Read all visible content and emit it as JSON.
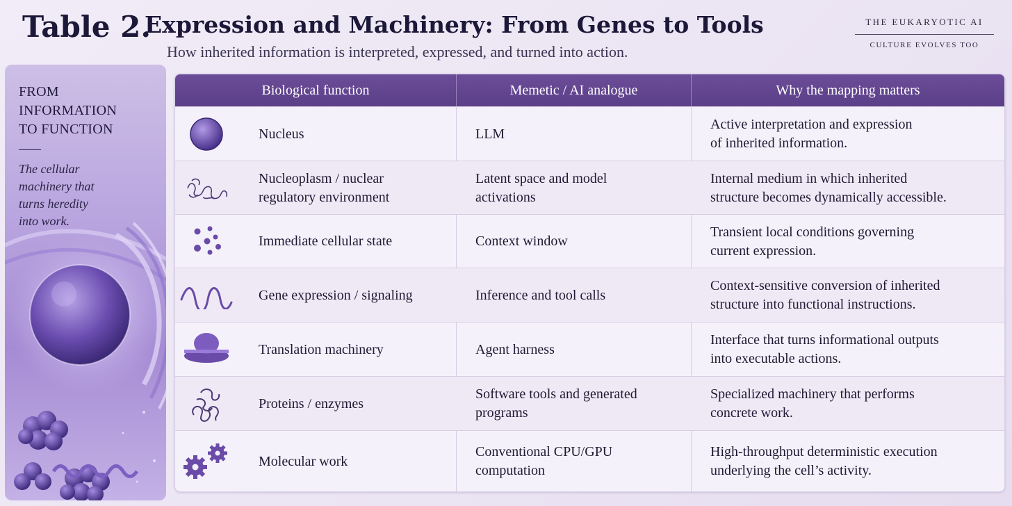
{
  "header": {
    "table_number": "Table 2.",
    "title": "Expression and Machinery: From Genes to Tools",
    "subtitle": "How inherited information is interpreted, expressed, and turned into action."
  },
  "brand": {
    "line1": "THE EUKARYOTIC AI",
    "line2": "CULTURE EVOLVES TOO"
  },
  "sidebar": {
    "title_line1": "FROM",
    "title_line2": "INFORMATION",
    "title_line3": "TO FUNCTION",
    "quote_line1": "The cellular",
    "quote_line2": "machinery that",
    "quote_line3": "turns heredity",
    "quote_line4": "into work."
  },
  "table": {
    "columns": [
      "Biological function",
      "Memetic / AI analogue",
      "Why the mapping matters"
    ],
    "rows": [
      {
        "icon": "nucleus-icon",
        "bio": [
          "Nucleus"
        ],
        "ai": [
          "LLM"
        ],
        "why": [
          "Active interpretation and expression",
          "of inherited information."
        ]
      },
      {
        "icon": "nucleoplasm-icon",
        "bio": [
          "Nucleoplasm / nuclear",
          "regulatory environment"
        ],
        "ai": [
          "Latent space and model",
          "activations"
        ],
        "why": [
          "Internal medium in which inherited",
          "structure becomes dynamically accessible."
        ]
      },
      {
        "icon": "molecules-dots-icon",
        "bio": [
          "Immediate cellular state"
        ],
        "ai": [
          "Context window"
        ],
        "why": [
          "Transient local conditions governing",
          "current expression."
        ]
      },
      {
        "icon": "wave-signal-icon",
        "bio": [
          "Gene expression / signaling"
        ],
        "ai": [
          "Inference and tool calls"
        ],
        "why": [
          "Context-sensitive conversion of inherited",
          "structure into functional instructions."
        ]
      },
      {
        "icon": "ribosome-icon",
        "bio": [
          "Translation machinery"
        ],
        "ai": [
          "Agent harness"
        ],
        "why": [
          "Interface that turns informational outputs",
          "into executable actions."
        ]
      },
      {
        "icon": "protein-fold-icon",
        "bio": [
          "Proteins / enzymes"
        ],
        "ai": [
          "Software tools and generated",
          "programs"
        ],
        "why": [
          "Specialized machinery that performs",
          "concrete work."
        ]
      },
      {
        "icon": "gears-icon",
        "bio": [
          "Molecular work"
        ],
        "ai": [
          "Conventional CPU/GPU",
          "computation"
        ],
        "why": [
          "High-throughput deterministic execution",
          "underlying the cell’s activity."
        ]
      }
    ]
  },
  "colors": {
    "header_purple": "#5b3f88",
    "icon_purple": "#6a4ba8",
    "title_navy": "#1c1838"
  }
}
